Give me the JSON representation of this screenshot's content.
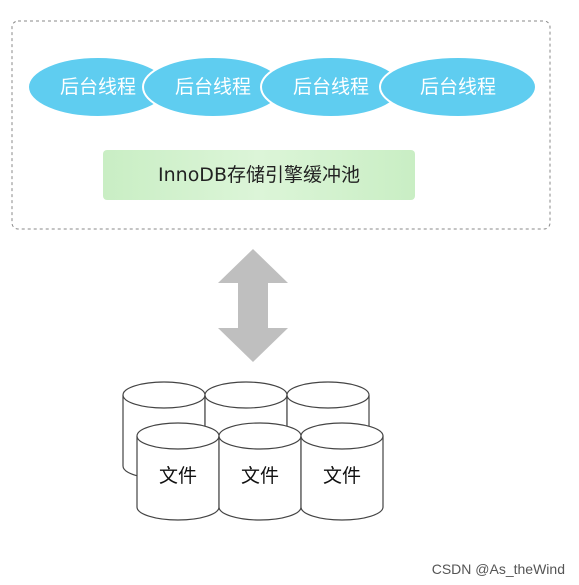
{
  "engine": {
    "threads": [
      {
        "label": "后台线程"
      },
      {
        "label": "后台线程"
      },
      {
        "label": "后台线程"
      },
      {
        "label": "后台线程"
      }
    ],
    "buffer_pool": {
      "label": "InnoDB存储引擎缓冲池"
    }
  },
  "transfer": {
    "icon": "double-arrow-vertical"
  },
  "storage": {
    "files": [
      {
        "label": "文件"
      },
      {
        "label": "文件"
      },
      {
        "label": "文件"
      }
    ]
  },
  "watermark": "CSDN @As_theWind",
  "colors": {
    "thread_fill": "#5fcdf0",
    "pool_fill": "#d6f2d0",
    "arrow_fill": "#bfbfbf",
    "box_border": "#888888"
  }
}
